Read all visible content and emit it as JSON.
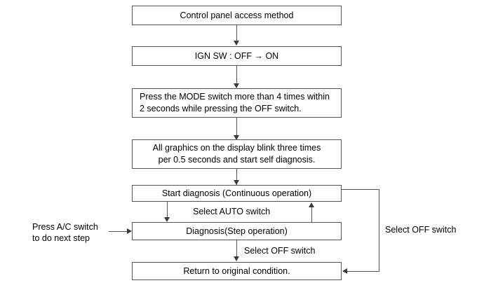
{
  "diagram": {
    "title": "Control panel access method flowchart",
    "line_color": "#555555",
    "arrow_color": "#3a3a3a",
    "text_color": "#000000",
    "background": "#ffffff",
    "nodes": [
      {
        "id": "control-panel-access-method",
        "label": "Control panel access method",
        "align": "center"
      },
      {
        "id": "ign-sw",
        "label": "IGN SW : OFF → ON",
        "align": "center"
      },
      {
        "id": "press-mode-switch",
        "label": "Press the MODE switch more than 4 times within\n2 seconds while pressing the OFF switch.",
        "align": "left"
      },
      {
        "id": "all-graphics-blink",
        "label": "All graphics on the display blink three times\nper 0.5 seconds and start self diagnosis.",
        "align": "center"
      },
      {
        "id": "start-diagnosis",
        "label": "Start diagnosis (Continuous operation)",
        "align": "center"
      },
      {
        "id": "diagnosis-step",
        "label": "Diagnosis(Step operation)",
        "align": "center"
      },
      {
        "id": "return-original",
        "label": "Return to original condition.",
        "align": "center"
      }
    ],
    "edge_labels": [
      {
        "id": "select-auto-switch",
        "text": "Select AUTO switch"
      },
      {
        "id": "select-off-switch-step",
        "text": "Select OFF switch"
      },
      {
        "id": "select-off-switch-loop",
        "text": "Select OFF switch"
      },
      {
        "id": "press-ac-switch",
        "text": "Press A/C switch\nto do next step"
      }
    ]
  }
}
